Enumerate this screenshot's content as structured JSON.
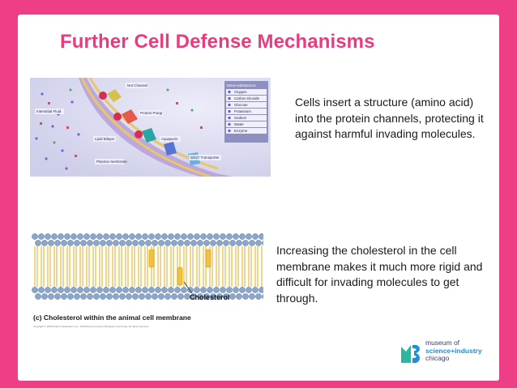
{
  "slide": {
    "title": "Further Cell Defense Mechanisms",
    "text_top": "Cells insert a structure (amino acid) into the protein channels, protecting it against harmful invading molecules.",
    "text_bottom": "Increasing the cholesterol in the cell membrane makes it much more rigid and difficult for invading molecules to get through."
  },
  "figure_top": {
    "labels": {
      "interstitial": "Interstitial Fluid",
      "gated": "Not Channel",
      "pump": "Protein Pump",
      "aquaporin": "Aquaporin",
      "lipid": "Lipid Bilayer",
      "plasma": "Plasma membrane",
      "transporter": "SGLT Transporter"
    },
    "legend_title": "Move substances:",
    "legend_items": [
      "Oxygen",
      "Carbon Dioxide",
      "Glucose",
      "Potassium",
      "Sodium",
      "Water",
      "Enzyme"
    ]
  },
  "figure_bottom": {
    "cholesterol_label": "Cholesterol",
    "caption": "(c) Cholesterol within the animal cell membrane",
    "copyright": "Copyright © 2009 Pearson Education, Inc., Publishing as Pearson Benjamin Cummings. All rights reserved."
  },
  "logo": {
    "line1": "museum of",
    "line2": "science+industry",
    "line3": "chicago"
  },
  "colors": {
    "background": "#ee3f86",
    "title": "#ea3b81",
    "logo_accent": "#1d8fd6"
  }
}
